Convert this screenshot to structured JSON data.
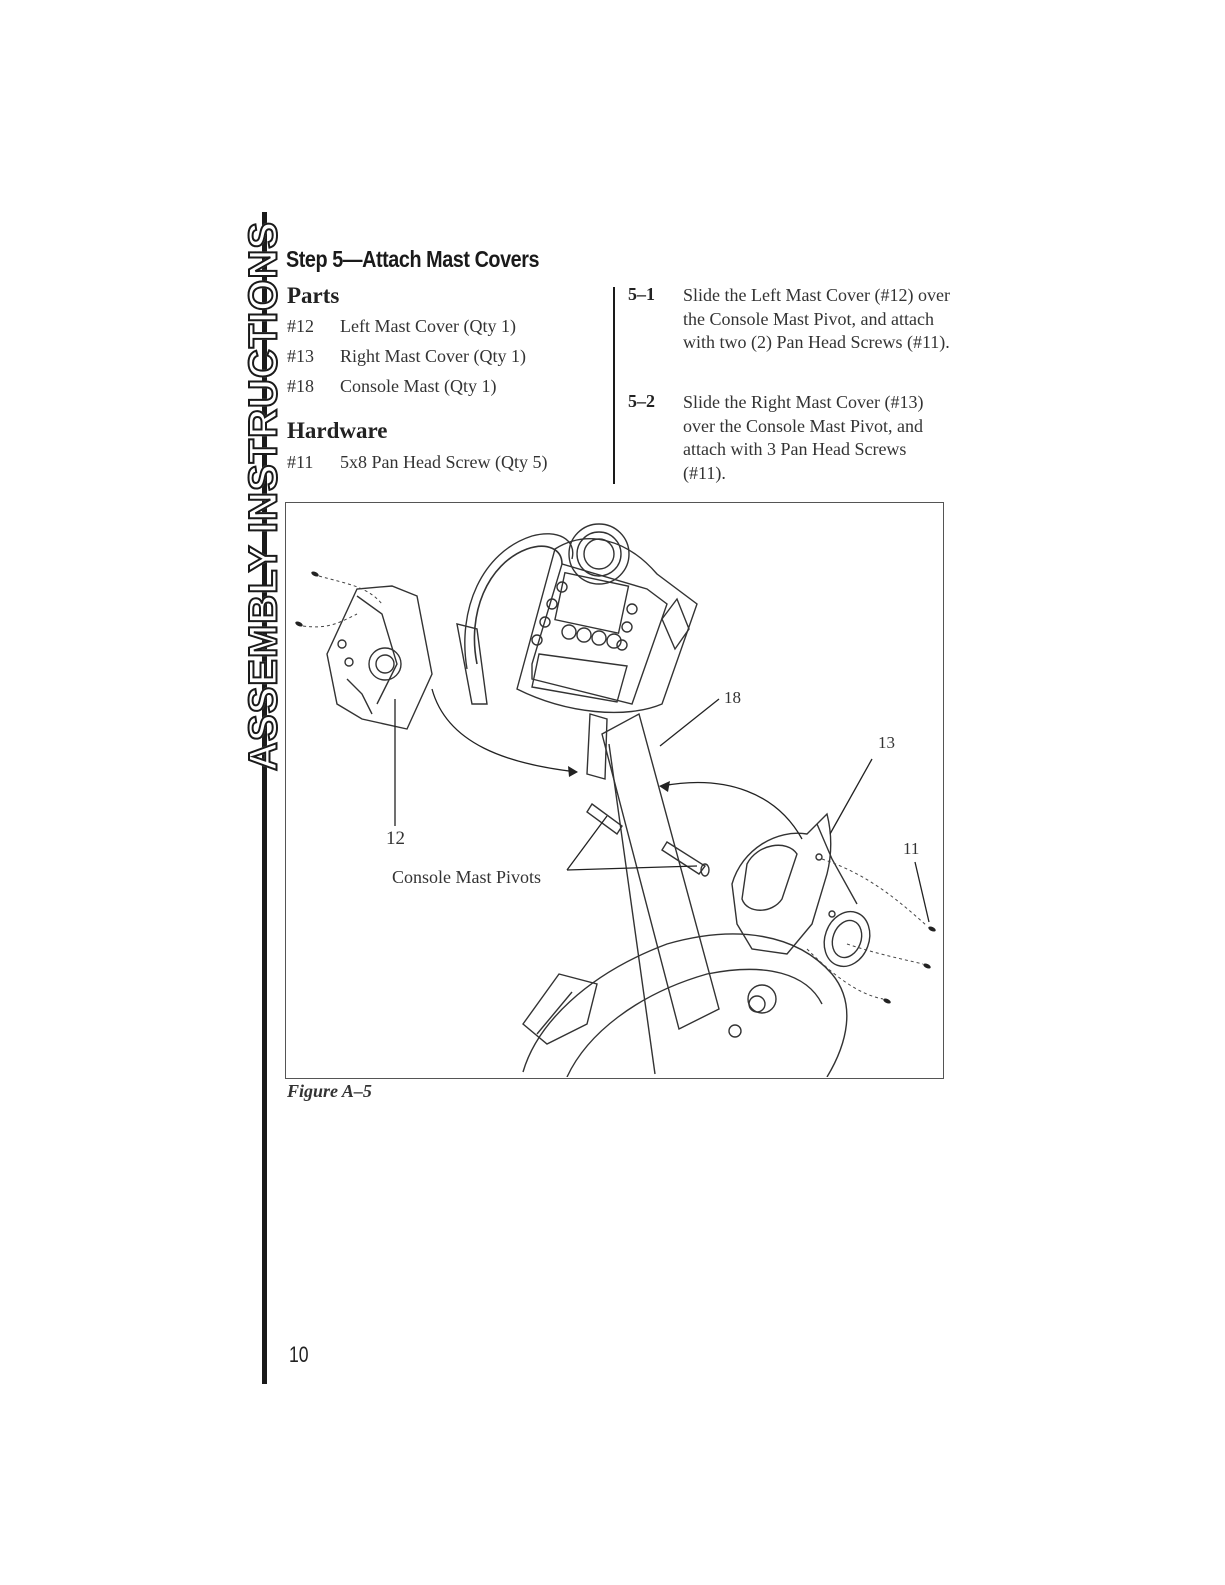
{
  "side_tab": "ASSEMBLY INSTRUCTIONS",
  "step_title": "Step 5—Attach Mast Covers",
  "parts": {
    "heading": "Parts",
    "items": [
      {
        "num": "#12",
        "desc": "Left Mast Cover (Qty 1)"
      },
      {
        "num": "#13",
        "desc": "Right Mast Cover (Qty 1)"
      },
      {
        "num": "#18",
        "desc": "Console Mast (Qty 1)"
      }
    ]
  },
  "hardware": {
    "heading": "Hardware",
    "items": [
      {
        "num": "#11",
        "desc": "5x8 Pan Head Screw (Qty 5)"
      }
    ]
  },
  "steps": [
    {
      "num": "5–1",
      "text": "Slide the Left Mast Cover (#12) over the Console Mast Pivot, and attach with two (2) Pan Head Screws (#11)."
    },
    {
      "num": "5–2",
      "text": "Slide the Right Mast Cover (#13) over the Console Mast Pivot, and attach with 3 Pan Head Screws (#11)."
    }
  ],
  "figure": {
    "callouts": {
      "c18": "18",
      "c13": "13",
      "c11": "11",
      "c12": "12",
      "pivots": "Console Mast Pivots"
    },
    "caption": "Figure A–5"
  },
  "page_number": "10"
}
